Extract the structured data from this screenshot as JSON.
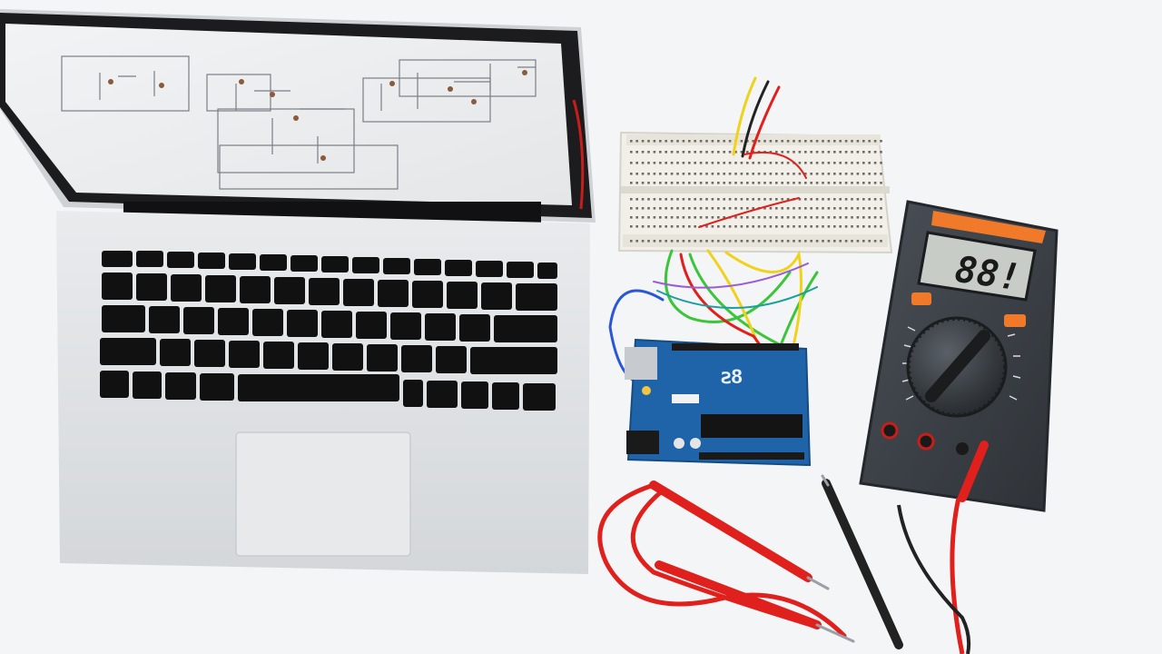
{
  "scene": {
    "background": "#f4f5f6",
    "objects": [
      "laptop",
      "breadboard",
      "arduino-board",
      "multimeter",
      "test-leads",
      "jumper-wires"
    ]
  },
  "laptop": {
    "screen_content": "schematic",
    "color": "#d9dcdf",
    "keys_color": "#111111"
  },
  "arduino": {
    "board_color": "#1f63a8",
    "label": "ꙅ8"
  },
  "multimeter": {
    "body_color": "#3b4046",
    "accent_color": "#f07a2a",
    "display_value": "88!"
  },
  "colors": {
    "wire_red": "#e0201c",
    "wire_yellow": "#f0d21a",
    "wire_green": "#3cc43a",
    "wire_blue": "#2a57d8",
    "probe_black": "#222222"
  }
}
